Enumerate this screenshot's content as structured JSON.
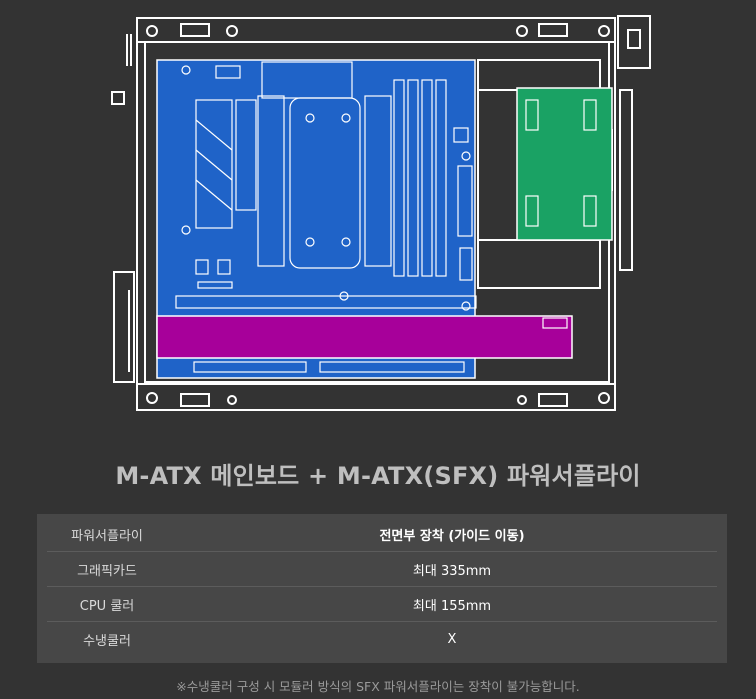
{
  "title": "M-ATX 메인보드 + M-ATX(SFX) 파워서플라이",
  "specs": [
    {
      "label": "파워서플라이",
      "value": "전면부 장착 (가이드 이동)"
    },
    {
      "label": "그래픽카드",
      "value": "최대 335mm"
    },
    {
      "label": "CPU 쿨러",
      "value": "최대 155mm"
    },
    {
      "label": "수냉쿨러",
      "value": "X"
    }
  ],
  "footnote": "※수냉쿨러 구성 시 모듈러 방식의 SFX 파워서플라이는 장착이 불가능합니다.",
  "colors": {
    "background": "#333333",
    "table": "#474747",
    "motherboard": "#1f63c8",
    "gpu": "#a7009a",
    "psu": "#1aa264",
    "outline": "#ffffff"
  },
  "icons": [
    "case-frame-icon",
    "motherboard-icon",
    "graphics-card-icon",
    "power-supply-icon"
  ]
}
